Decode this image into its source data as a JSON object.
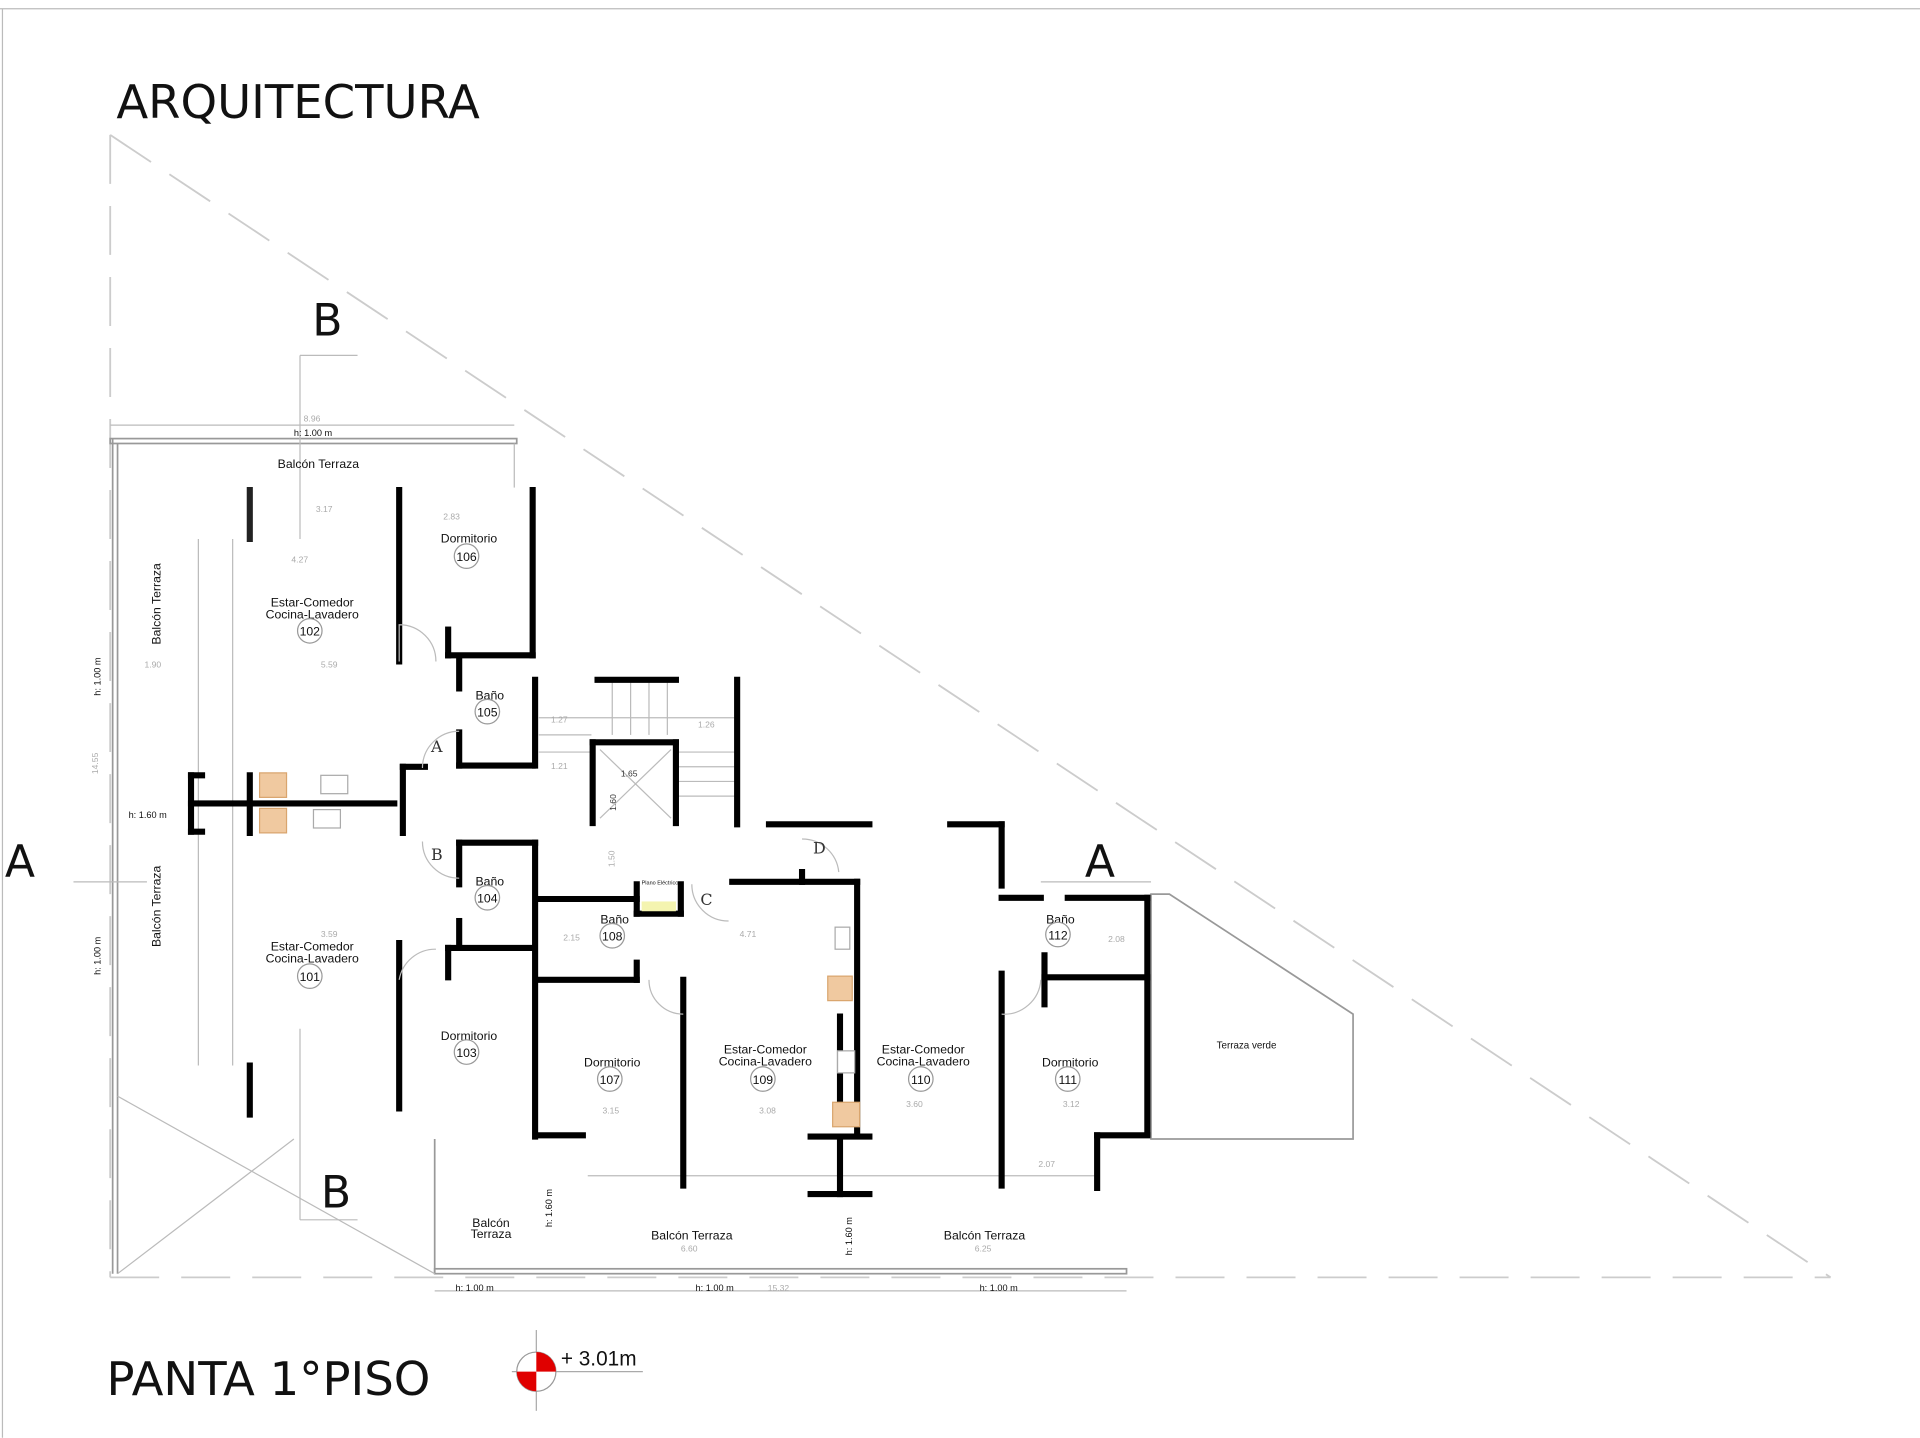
{
  "header": {
    "title": "ARQUITECTURA"
  },
  "footer": {
    "plan_title": "PANTA 1°PISO",
    "level": "+ 3.01m"
  },
  "section_markers": {
    "b_top": "B",
    "b_bottom": "B",
    "a_left": "A",
    "a_right": "A"
  },
  "doors": {
    "a": "A",
    "b": "B",
    "c": "C",
    "d": "D"
  },
  "rooms": [
    {
      "name": "Dormitorio",
      "number": "106"
    },
    {
      "name": "Estar-Comedor",
      "name2": "Cocina-Lavadero",
      "number": "102"
    },
    {
      "name": "Baño",
      "number": "105"
    },
    {
      "name": "Baño",
      "number": "104"
    },
    {
      "name": "Estar-Comedor",
      "name2": "Cocina-Lavadero",
      "number": "101"
    },
    {
      "name": "Dormitorio",
      "number": "103"
    },
    {
      "name": "Baño",
      "number": "108"
    },
    {
      "name": "Dormitorio",
      "number": "107"
    },
    {
      "name": "Estar-Comedor",
      "name2": "Cocina-Lavadero",
      "number": "109"
    },
    {
      "name": "Estar-Comedor",
      "name2": "Cocina-Lavadero",
      "number": "110"
    },
    {
      "name": "Dormitorio",
      "number": "111"
    },
    {
      "name": "Baño",
      "number": "112"
    }
  ],
  "outdoor": {
    "balcon_top": "Balcón Terraza",
    "balcon_left_top": "Balcón Terraza",
    "balcon_left_bottom": "Balcón Terraza",
    "balcon_bottom_small_1": "Balcón",
    "balcon_bottom_small_2": "Terraza",
    "balcon_bottom_mid": "Balcón Terraza",
    "balcon_bottom_right": "Balcón Terraza",
    "terraza_verde": "Terraza verde"
  },
  "railing_heights": {
    "top": "h:   1.00 m",
    "left_top": "h:   1.00 m",
    "left_mid": "h:   1.60 m",
    "left_bottom": "h:   1.00 m",
    "bottom_1": "h:   1.00 m",
    "bottom_2": "h:   1.00 m",
    "bottom_3": "h:   1.00 m",
    "bottom_v1": "h:   1.60 m",
    "bottom_v2": "h:   1.60 m"
  },
  "dimensions": {
    "top_total": "8.96",
    "d317": "3.17",
    "d283": "2.83",
    "d427": "4.27",
    "d559": "5.59",
    "d190": "1.90",
    "d359": "3.59",
    "d127": "1.27",
    "d121": "1.21",
    "d126": "1.26",
    "d165": "1.65",
    "d160": "1.60",
    "d150": "1.50",
    "d215": "2.15",
    "d471": "4.71",
    "d208": "2.08",
    "d312": "3.12",
    "d207": "2.07",
    "d315": "3.15",
    "d308": "3.08",
    "d360": "3.60",
    "d660": "6.60",
    "d625": "6.25",
    "d1532": "15.32",
    "d1455": "14.55",
    "electrical": "Plano Eléctrico"
  },
  "colors": {
    "wall": "#000000",
    "accent_red": "#e00000",
    "counter": "#f0c9a0",
    "highlight": "#e6e600"
  }
}
